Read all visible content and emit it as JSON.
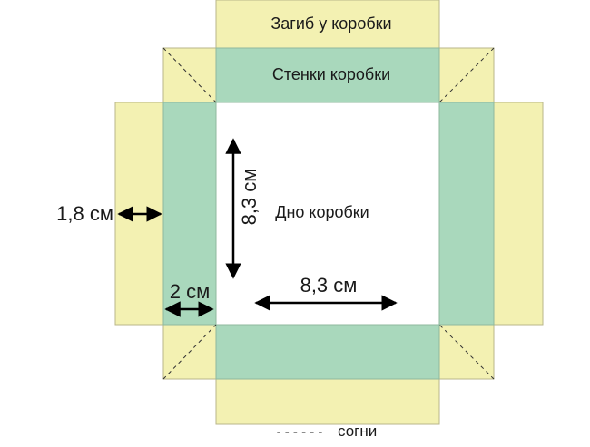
{
  "labels": {
    "top_flap": "Загиб у коробки",
    "top_wall": "Стенки коробки",
    "bottom": "Дно коробки",
    "side_flap_width": "1,8 см",
    "wall_width": "2 см",
    "bottom_height": "8,3 см",
    "bottom_width": "8,3 см",
    "legend_line": "- - - - - -",
    "legend_text": "согни"
  },
  "colors": {
    "flap": "#f3f1b2",
    "wall": "#a9d8bc",
    "bottom": "#ffffff",
    "line": "#8a8a6a",
    "arrow": "#000000"
  }
}
